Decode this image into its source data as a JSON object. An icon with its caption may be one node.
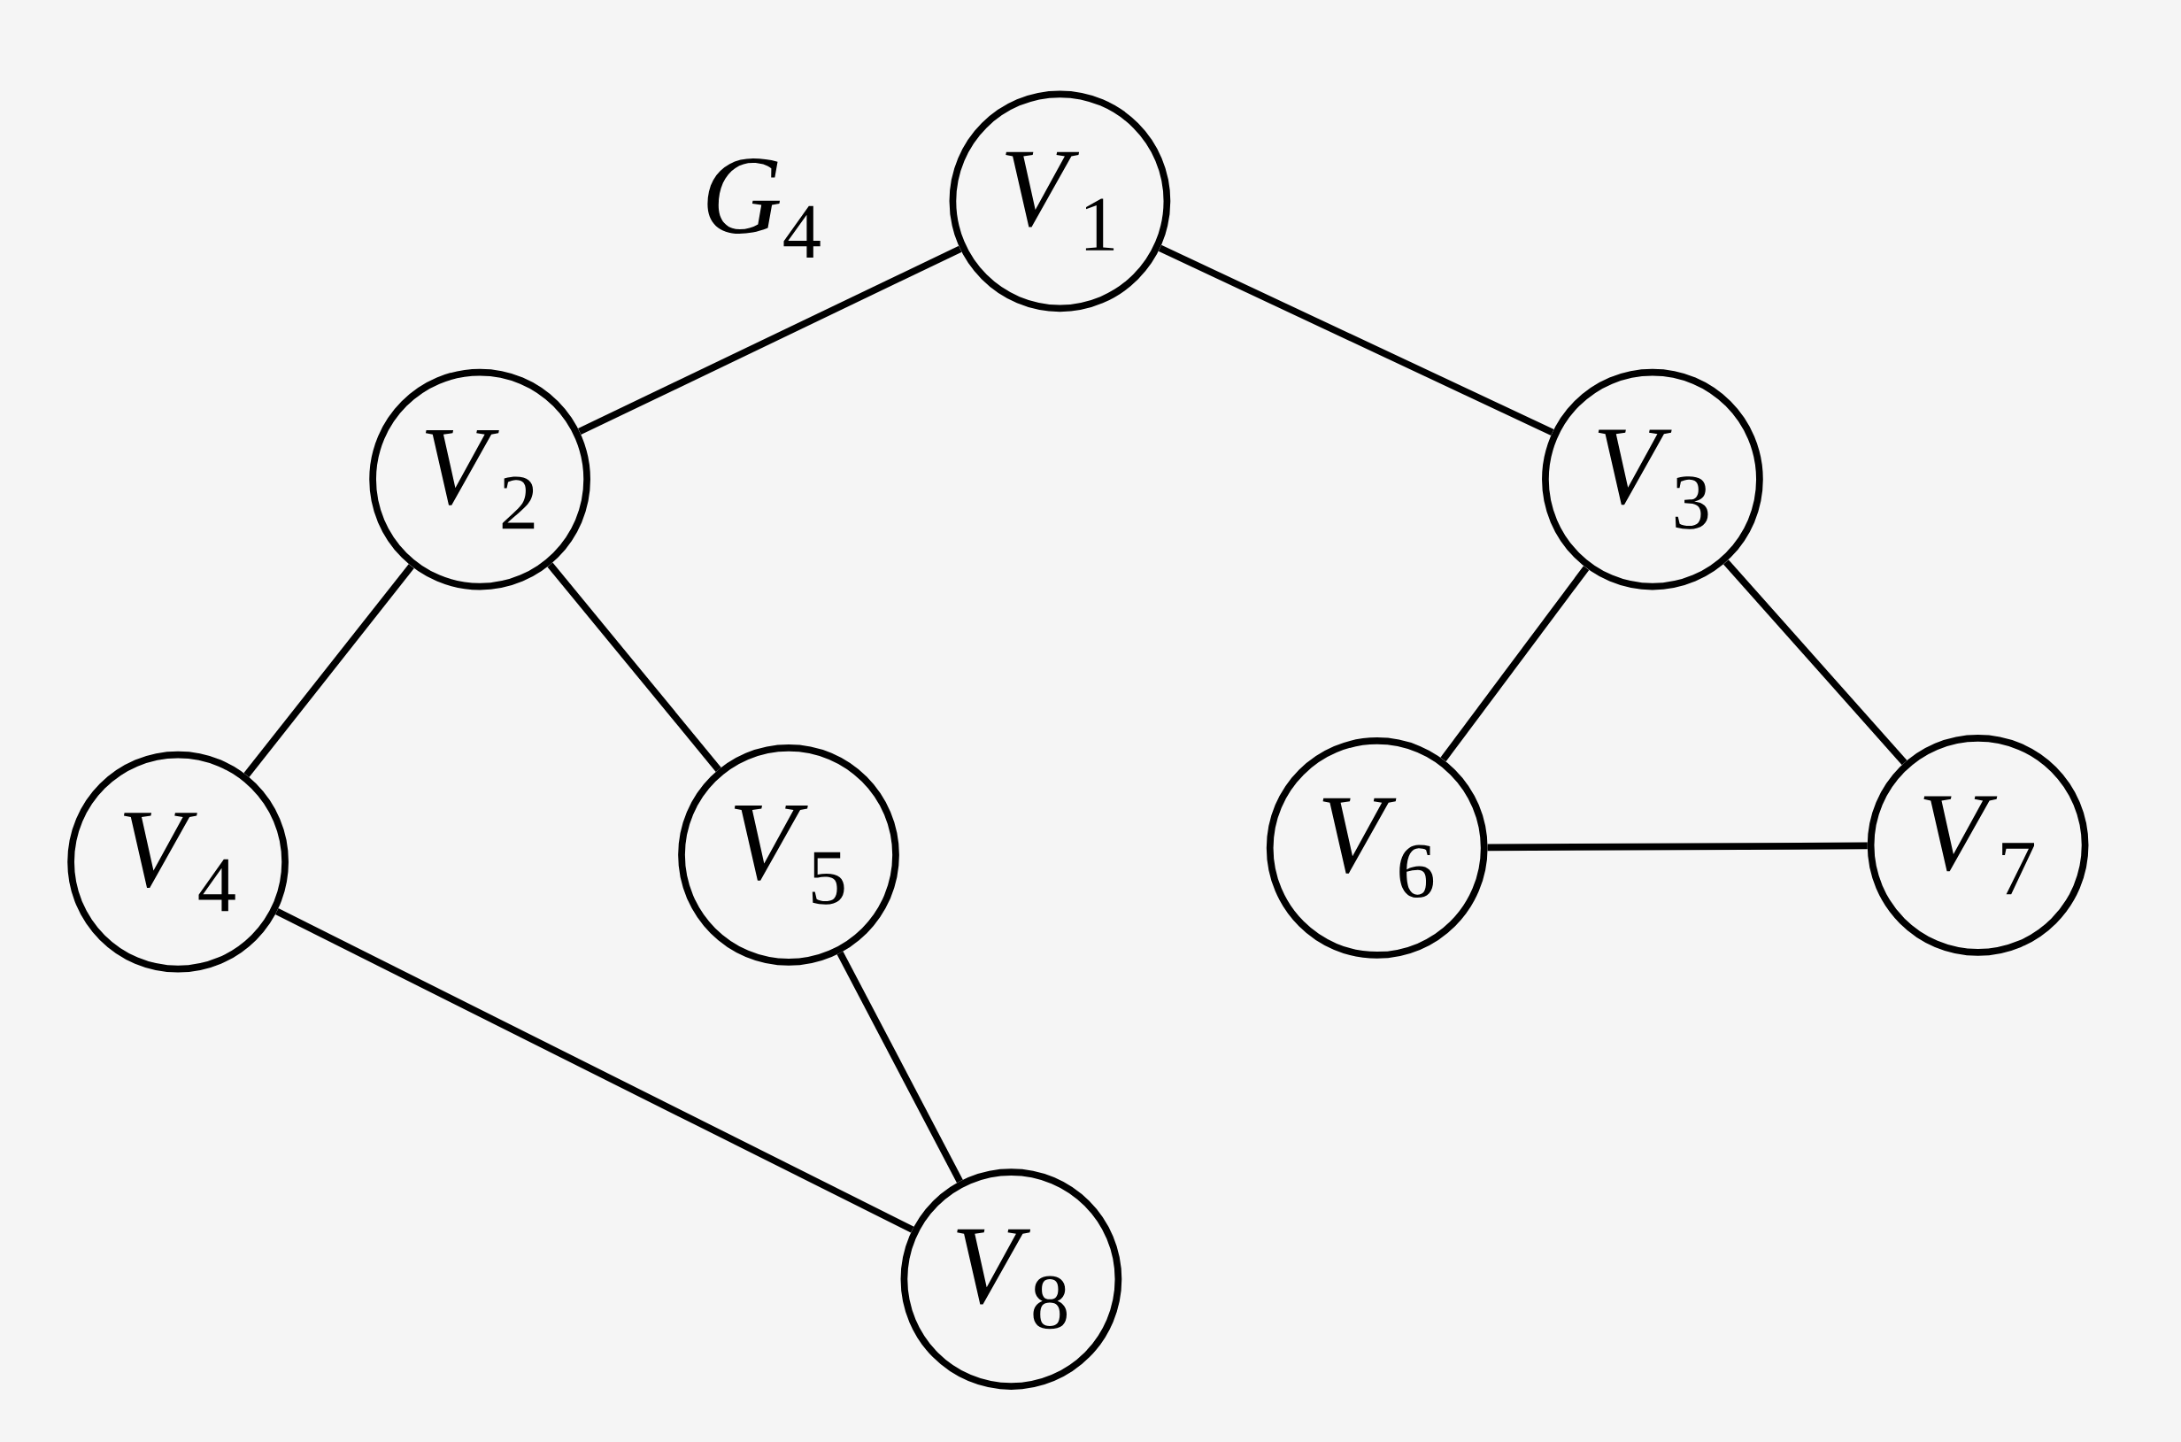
{
  "diagram": {
    "nodes": [
      {
        "text": [
          "*V*$_{1}$"
        ]
      },
      {
        "text": [
          "*V*$_{2}$"
        ]
      },
      {
        "text": [
          "*V*$_{3}$"
        ]
      },
      {
        "text": [
          "*V*$_{4}$"
        ]
      },
      {
        "text": [
          "*V*$_{5}$"
        ]
      },
      {
        "text": [
          "*V*$_{6}$"
        ]
      },
      {
        "text": [
          "*V*$_{7}$"
        ]
      },
      {
        "text": [
          "*V*$_{8}$"
        ]
      }
    ],
    "edges": [
      {
        "from": 0,
        "to": 1,
        "arrow": "none"
      },
      {
        "from": 0,
        "to": 2,
        "arrow": "none"
      },
      {
        "from": 1,
        "to": 3,
        "arrow": "none"
      },
      {
        "from": 1,
        "to": 4,
        "arrow": "none"
      },
      {
        "from": 2,
        "to": 5,
        "arrow": "none"
      },
      {
        "from": 2,
        "to": 6,
        "arrow": "none"
      },
      {
        "from": 5,
        "to": 6,
        "arrow": "none"
      },
      {
        "from": 3,
        "to": 7,
        "arrow": "none"
      },
      {
        "from": 4,
        "to": 7,
        "arrow": "none"
      }
    ],
    "labels": [
      "*G*$_{4}$"
    ]
  }
}
